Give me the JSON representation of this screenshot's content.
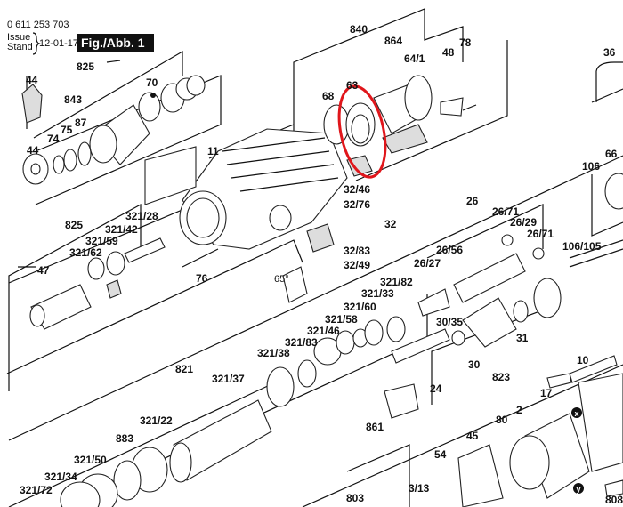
{
  "header": {
    "part_number": "0 611 253 703",
    "issue_label": "Issue",
    "stand_label": "Stand",
    "date": "12-01-17",
    "figure": "Fig./Abb. 1"
  },
  "highlight_color": "#e0161b",
  "labels": {
    "l825a": "825",
    "l44a": "44",
    "l843": "843",
    "l70": "70",
    "l87": "87",
    "l75": "75",
    "l74": "74",
    "l44b": "44",
    "l11": "11",
    "l840": "840",
    "l864": "864",
    "l78": "78",
    "l48": "48",
    "l641": "64/1",
    "l68": "68",
    "l63": "63",
    "l36": "36",
    "l66": "66",
    "l106": "106",
    "l3246": "32/46",
    "l3276": "32/76",
    "l32": "32",
    "l3283": "32/83",
    "l3249": "32/49",
    "l26": "26",
    "l2671a": "26/71",
    "l2629": "26/29",
    "l2671b": "26/71",
    "l2656": "26/56",
    "l2627": "26/27",
    "l106105": "106/105",
    "l825b": "825",
    "l32128": "321/28",
    "l32142": "321/42",
    "l32159": "321/59",
    "l32162": "321/62",
    "l47": "47",
    "l76": "76",
    "l65deg": "65°",
    "l32182": "321/82",
    "l32133": "321/33",
    "l32160": "321/60",
    "l32158": "321/58",
    "l32146": "321/46",
    "l32183": "321/83",
    "l32138": "321/38",
    "l821": "821",
    "l32137": "321/37",
    "l3035": "30/35",
    "l31": "31",
    "l30": "30",
    "l823": "823",
    "l24": "24",
    "l10": "10",
    "l17": "17",
    "l861": "861",
    "l2": "2",
    "l80": "80",
    "l45": "45",
    "l54": "54",
    "l313": "3/13",
    "l803": "803",
    "l808": "808",
    "l32122": "321/22",
    "l883": "883",
    "l32150": "321/50",
    "l32134": "321/34",
    "l32172": "321/72",
    "x_marker": "x",
    "y_marker": "y"
  }
}
